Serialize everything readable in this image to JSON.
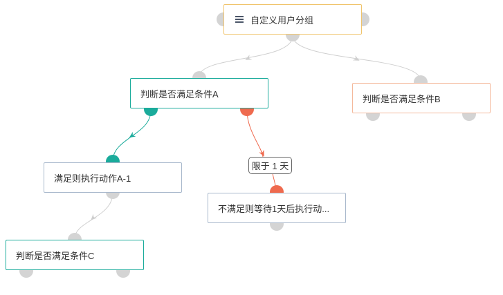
{
  "nodes": {
    "root": {
      "label": "自定义用户分组",
      "icon": "list-icon"
    },
    "cond_a": {
      "label": "判断是否满足条件A"
    },
    "cond_b": {
      "label": "判断是否满足条件B"
    },
    "action_a1": {
      "label": "满足则执行动作A-1"
    },
    "action_wait": {
      "label": "不满足则等待1天后执行动..."
    },
    "cond_c": {
      "label": "判断是否满足条件C"
    }
  },
  "edges": {
    "wait_label": "限于 1 天"
  },
  "colors": {
    "root_border": "#f0c46c",
    "teal": "#1aab9b",
    "orange": "#ef6a4e",
    "port_gray": "#d4d4d4",
    "edge_gray": "#cfcfcf"
  }
}
